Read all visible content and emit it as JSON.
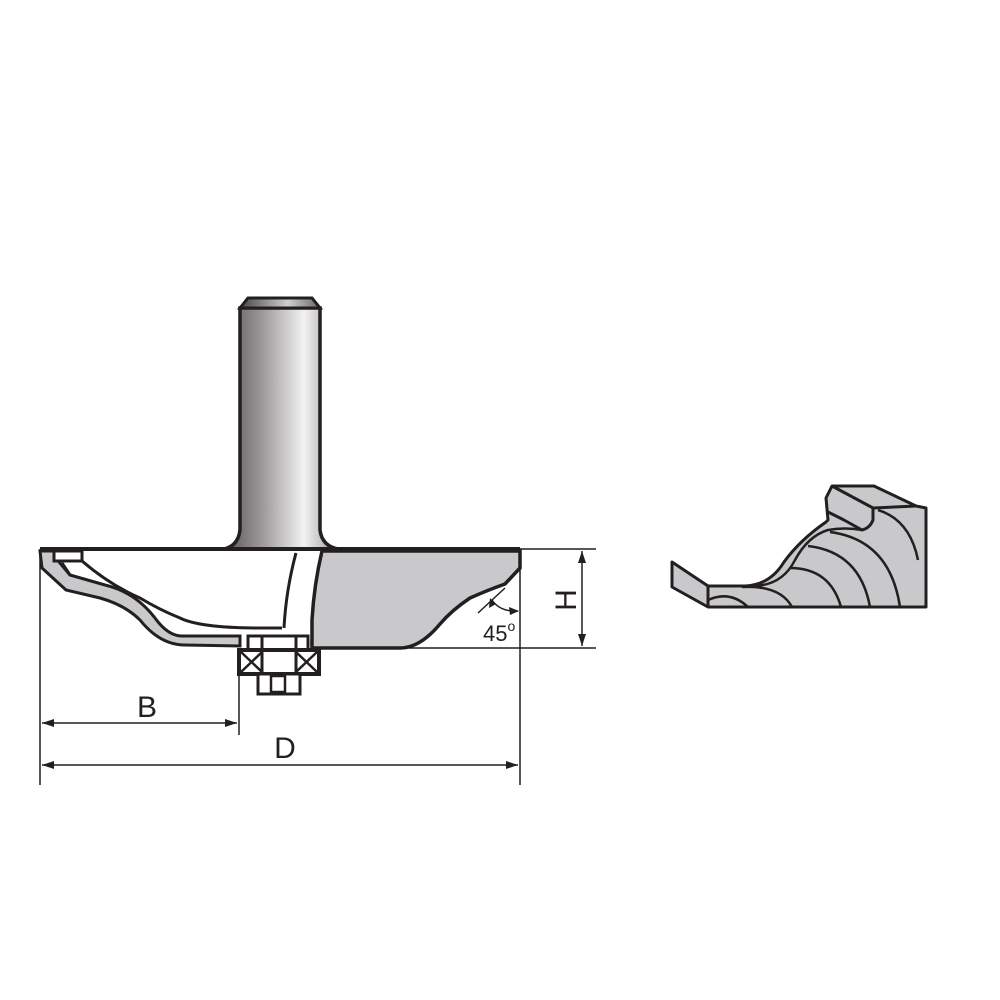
{
  "diagram": {
    "title": "Raised panel router bit with bearing — dimension drawing",
    "colors": {
      "outline": "#231f20",
      "fill_gray": "#c9c9cb",
      "background": "#ffffff"
    },
    "parts": {
      "shank": "cylindrical shank",
      "cutter_body": "cutter body with profile",
      "bearing": "guide bearing",
      "workpiece": "profiled workpiece sample"
    },
    "dimensions": {
      "B": "B",
      "D": "D",
      "H": "H"
    },
    "angle": {
      "value": "45",
      "unit": "o"
    }
  }
}
